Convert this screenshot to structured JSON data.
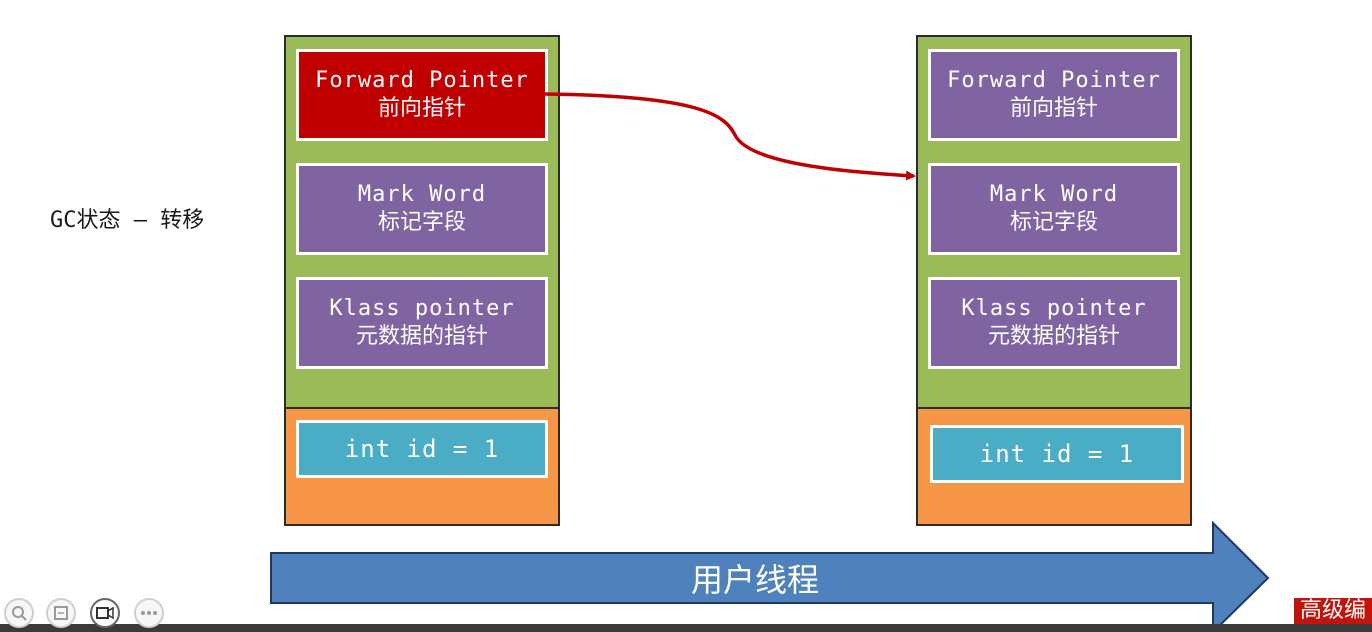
{
  "side_label": "GC状态 – 转移",
  "source_object": {
    "forward_pointer": {
      "en": "Forward Pointer",
      "zh": "前向指针"
    },
    "mark_word": {
      "en": "Mark Word",
      "zh": "标记字段"
    },
    "klass_pointer": {
      "en": "Klass pointer",
      "zh": "元数据的指针"
    },
    "field": "int id = 1"
  },
  "target_object": {
    "forward_pointer": {
      "en": "Forward Pointer",
      "zh": "前向指针"
    },
    "mark_word": {
      "en": "Mark Word",
      "zh": "标记字段"
    },
    "klass_pointer": {
      "en": "Klass pointer",
      "zh": "元数据的指针"
    },
    "field": "int id = 1"
  },
  "thread_arrow_label": "用户线程",
  "watermark": "高级编",
  "colors": {
    "header_green": "#9bbb59",
    "body_orange": "#f79646",
    "cell_purple": "#8064a2",
    "cell_red": "#c00000",
    "cell_blue": "#4bacc6",
    "arrow_blue": "#4f81bd",
    "pointer_arrow": "#c00000"
  },
  "player_controls": [
    "search-icon",
    "document-icon",
    "camera-icon",
    "more-icon"
  ]
}
